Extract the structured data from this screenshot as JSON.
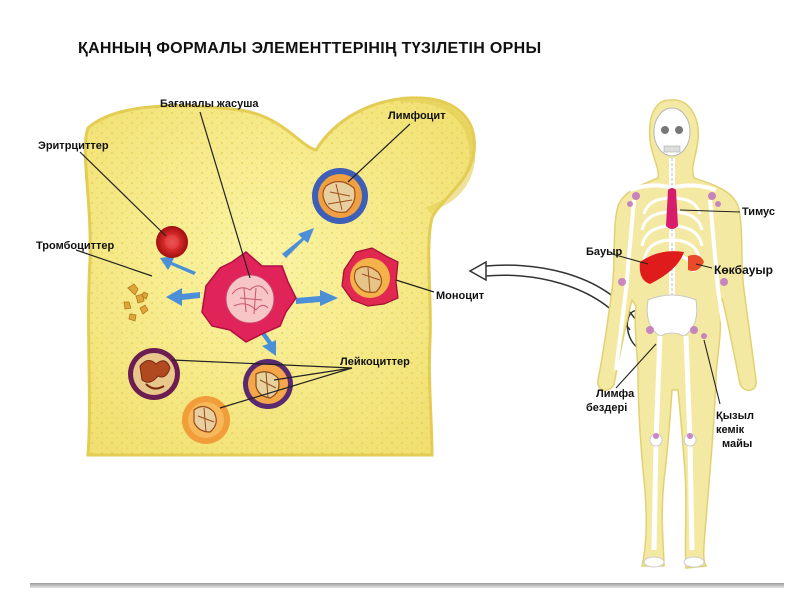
{
  "title": "ҚАННЫҢ  ФОРМАЛЫ ЭЛЕМЕНТТЕРІНІҢ ТҮЗІЛЕТІН ОРНЫ",
  "bone_labels": {
    "stem_cell": "Бағаналы жасуша",
    "lymphocyte": "Лимфоцит",
    "erythrocytes": "Эритрциттер",
    "platelets": "Тромбоциттер",
    "monocyte": "Моноцит",
    "leukocytes": "Лейкоциттер"
  },
  "body_labels": {
    "thymus": "Тимус",
    "liver": "Бауыр",
    "spleen": "Көкбауыр",
    "lymph_nodes_1": "Лимфа",
    "lymph_nodes_2": "бездері",
    "marrow_1": "Қызыл",
    "marrow_2": "кемік",
    "marrow_3": "майы"
  },
  "colors": {
    "bone": "#f6ec82",
    "bone_edge": "#e6d25a",
    "arrow": "#4a8fd8",
    "erythrocyte": "#cc1f1f",
    "stem": "#e0245a",
    "body": "#f4e9a2",
    "skeleton": "#ffffff",
    "liver": "#e01b1b",
    "thymus": "#d61c6a"
  }
}
